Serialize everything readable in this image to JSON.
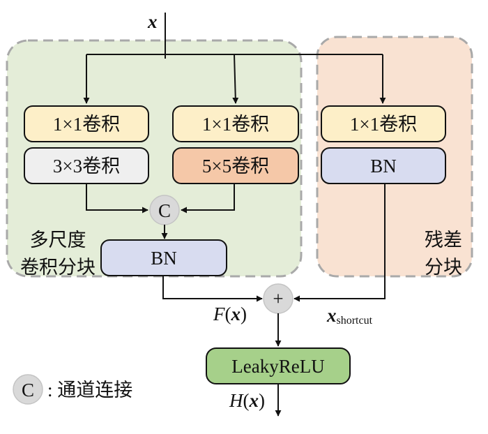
{
  "input": {
    "symbol": "x"
  },
  "regions": {
    "multiscale": {
      "label_line1": "多尺度",
      "label_line2": "卷积分块",
      "fill": "#e4edd8"
    },
    "residual": {
      "label_line1": "残差",
      "label_line2": "分块",
      "fill": "#f9e2d2"
    }
  },
  "boxes": {
    "branch1_top": {
      "label": "1×1卷积",
      "fill": "#fdefc8"
    },
    "branch1_bottom": {
      "label": "3×3卷积",
      "fill": "#efefef"
    },
    "branch2_top": {
      "label": "1×1卷积",
      "fill": "#fdefc8"
    },
    "branch2_bottom": {
      "label": "5×5卷积",
      "fill": "#f5c8a8"
    },
    "branch3_top": {
      "label": "1×1卷积",
      "fill": "#fdefc8"
    },
    "branch3_bottom": {
      "label": "BN",
      "fill": "#d8dcf0"
    },
    "merge_bn": {
      "label": "BN",
      "fill": "#d8dcf0"
    },
    "activation": {
      "label": "LeakyReLU",
      "fill": "#a6d08a"
    }
  },
  "ops": {
    "concat": "C",
    "add": "+"
  },
  "signals": {
    "fx_main": "F",
    "fx_arg": "x",
    "xshort_main": "x",
    "xshort_sub": "shortcut",
    "hx_main": "H",
    "hx_arg": "x"
  },
  "legend": {
    "symbol": "C",
    "text": ": 通道连接"
  }
}
